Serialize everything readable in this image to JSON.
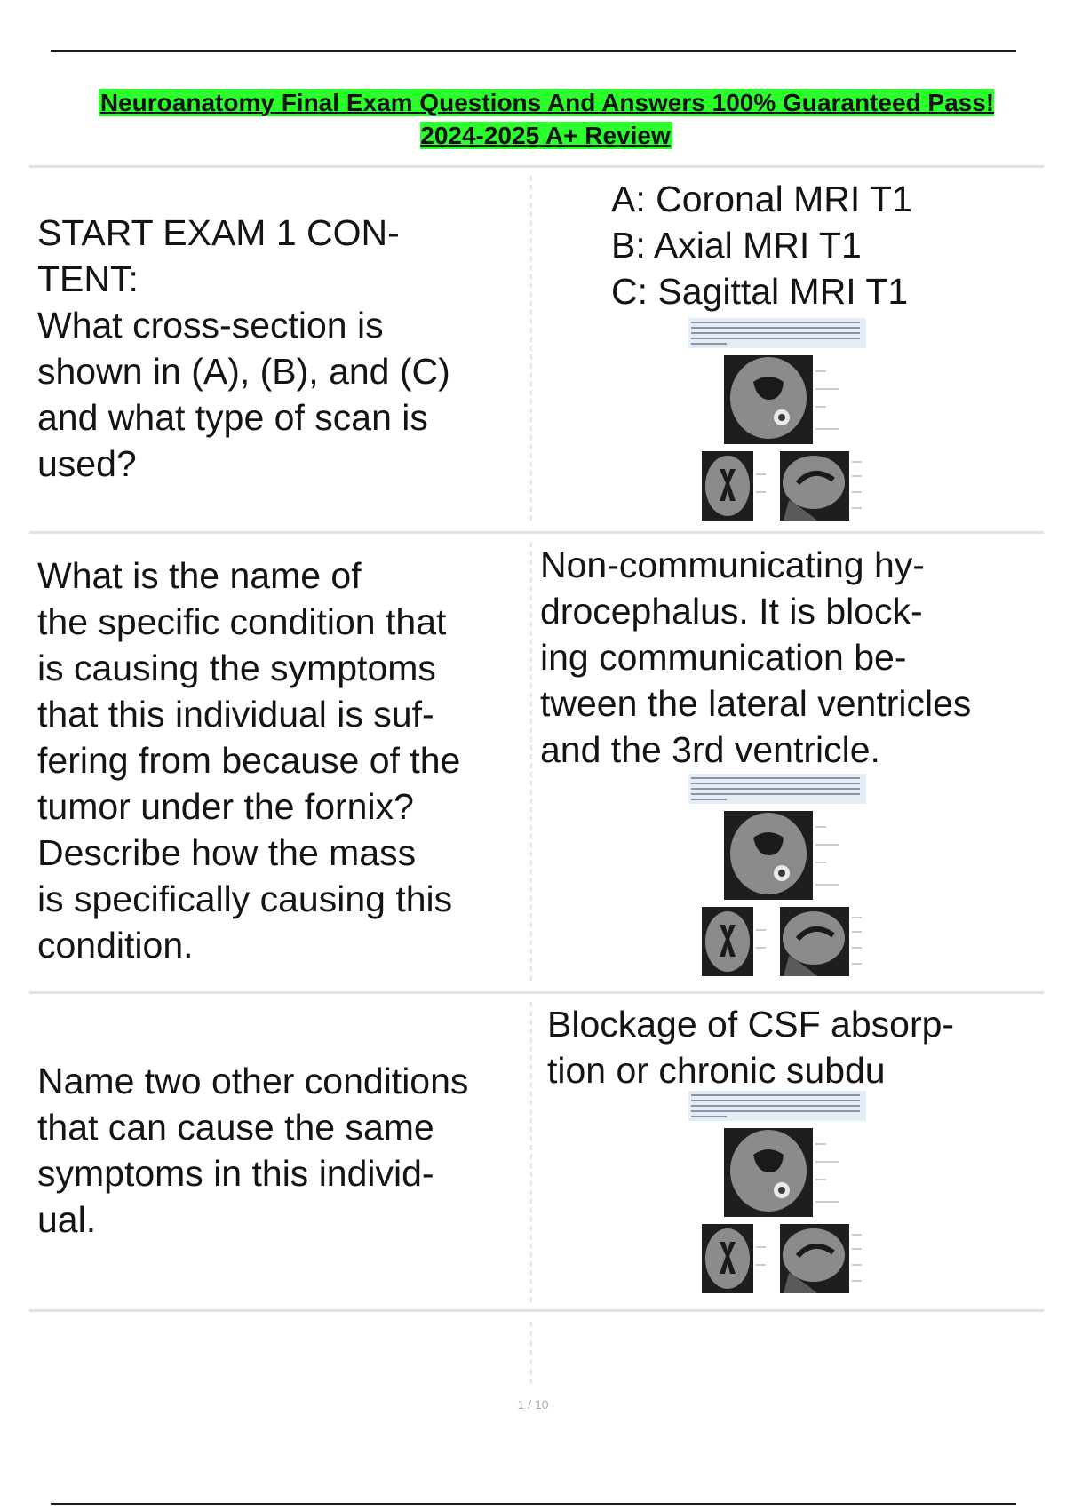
{
  "document": {
    "title": "Neuroanatomy Final Exam Questions And Answers 100% Guaranteed Pass! 2024-2025 A+ Review",
    "page_indicator": "1 / 10"
  },
  "cards": [
    {
      "question_lines": [
        "START EXAM 1 CON-",
        "TENT:",
        "What cross-section is",
        "shown in (A), (B), and (C)",
        "and what type of scan is",
        "used?"
      ],
      "answer_lines": [
        "A: Coronal MRI T1",
        "B: Axial MRI T1",
        "C: Sagittal MRI T1"
      ],
      "figure": "mri-scan-figure"
    },
    {
      "question_lines": [
        "What is the name of",
        "the specific condition that",
        "is causing the symptoms",
        "that this individual is suf-",
        "fering from because of the",
        "tumor under the fornix?",
        "Describe how the mass",
        "is specifically causing this",
        "condition."
      ],
      "answer_lines": [
        "Non-communicating hy-",
        "drocephalus. It is block-",
        "ing communication be-",
        "tween the lateral ventricles",
        "and the 3rd ventricle."
      ],
      "figure": "mri-scan-figure"
    },
    {
      "question_lines": [
        "Name two other conditions",
        "that can cause the same",
        "symptoms in this individ-",
        "ual."
      ],
      "answer_lines": [
        "Blockage of CSF absorp-",
        "tion or chronic subdu"
      ],
      "figure": "mri-scan-figure"
    }
  ]
}
